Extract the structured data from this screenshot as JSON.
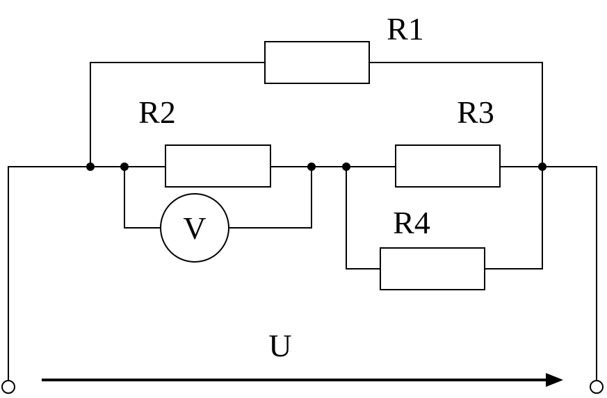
{
  "labels": {
    "r1": "R1",
    "r2": "R2",
    "r3": "R3",
    "r4": "R4",
    "voltmeter": "V",
    "voltage": "U"
  }
}
